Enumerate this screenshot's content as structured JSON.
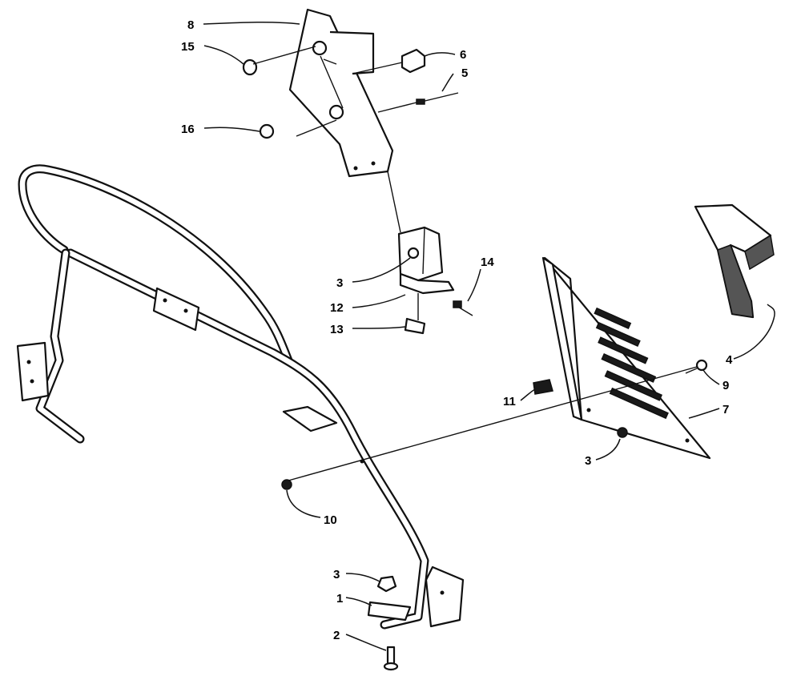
{
  "callouts": {
    "c1": "1",
    "c2": "2",
    "c3a": "3",
    "c3b": "3",
    "c3c": "3",
    "c4": "4",
    "c5": "5",
    "c6": "6",
    "c7": "7",
    "c8": "8",
    "c9": "9",
    "c10": "10",
    "c11": "11",
    "c12": "12",
    "c13": "13",
    "c14": "14",
    "c15": "15",
    "c16": "16"
  },
  "colors": {
    "ink": "#111111",
    "paper": "#ffffff"
  }
}
